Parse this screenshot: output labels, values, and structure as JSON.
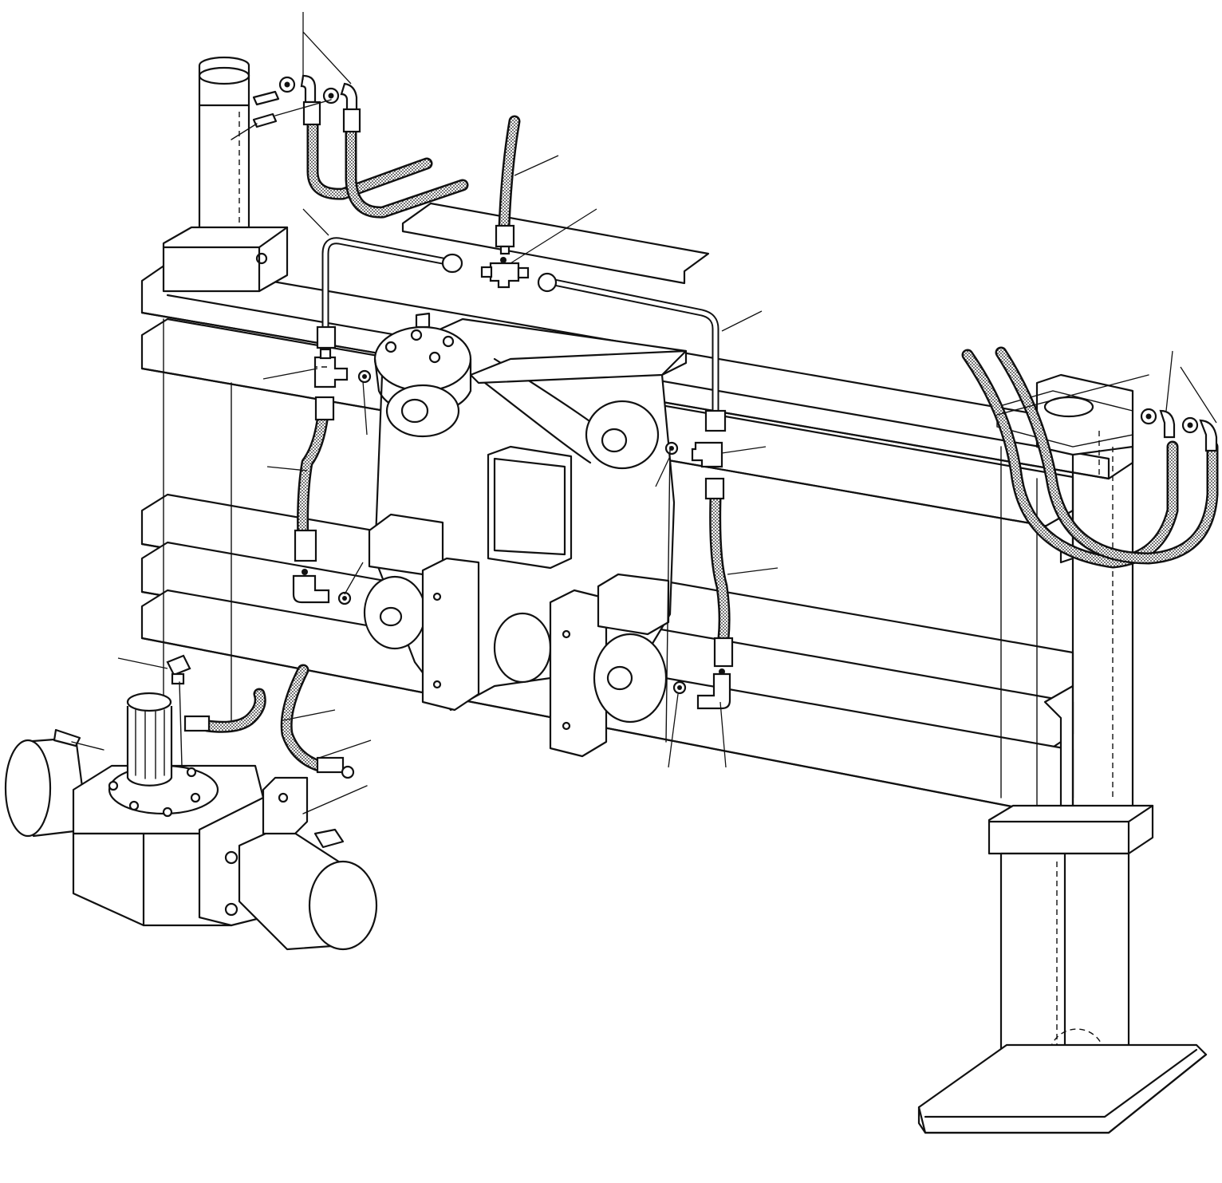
{
  "figure": {
    "leader_lines": [
      {
        "target": "upper-left-hose-group"
      },
      {
        "target": "top-hose"
      },
      {
        "target": "upper-tee"
      },
      {
        "target": "upper-left-pipe"
      },
      {
        "target": "upper-right-pipe"
      },
      {
        "target": "right-hose-group"
      },
      {
        "target": "left-tee"
      },
      {
        "target": "left-washer"
      },
      {
        "target": "left-hose"
      },
      {
        "target": "lower-left-washer"
      },
      {
        "target": "right-tee"
      },
      {
        "target": "right-washer"
      },
      {
        "target": "right-hose"
      },
      {
        "target": "lower-right-washer"
      },
      {
        "target": "lower-right-elbow"
      },
      {
        "target": "plug"
      },
      {
        "target": "gearbox-hose-1"
      },
      {
        "target": "gearbox-hose-2"
      }
    ]
  }
}
